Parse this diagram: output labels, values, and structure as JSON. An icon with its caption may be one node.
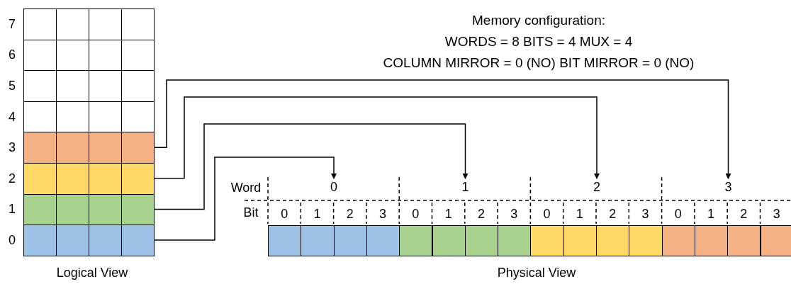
{
  "diagram": {
    "nodes": [
      {
        "text": [],
        "shape": "bar",
        "beside": [
          "3"
        ]
      },
      {
        "text": [],
        "shape": "bar",
        "beside": [
          "2"
        ]
      },
      {
        "text": [],
        "shape": "bar",
        "beside": [
          "1"
        ]
      },
      {
        "text": [],
        "shape": "bar",
        "beside": [
          "0"
        ]
      },
      {
        "text": [
          "0"
        ]
      },
      {
        "text": [
          "1"
        ]
      },
      {
        "text": [
          "2"
        ]
      },
      {
        "text": [
          "3"
        ]
      }
    ],
    "edges": [
      {
        "from": 0,
        "to": 7,
        "arrow": "to"
      },
      {
        "from": 1,
        "to": 6,
        "arrow": "to"
      },
      {
        "from": 2,
        "to": 5,
        "arrow": "to"
      },
      {
        "from": 3,
        "to": 4,
        "arrow": "to"
      }
    ],
    "labels": [
      "Memory configuration:",
      "WORDS = 8 BITS = 4 MUX = 4",
      "COLUMN MIRROR = 0 (NO) BIT MIRROR = 0 (NO)",
      "7",
      "6",
      "5",
      "4",
      "Word",
      "Bit",
      "0",
      "1",
      "2",
      "3",
      "0",
      "1",
      "2",
      "3",
      "0",
      "1",
      "2",
      "3",
      "0",
      "1",
      "2",
      "3",
      "Logical View",
      "Physical View"
    ]
  }
}
